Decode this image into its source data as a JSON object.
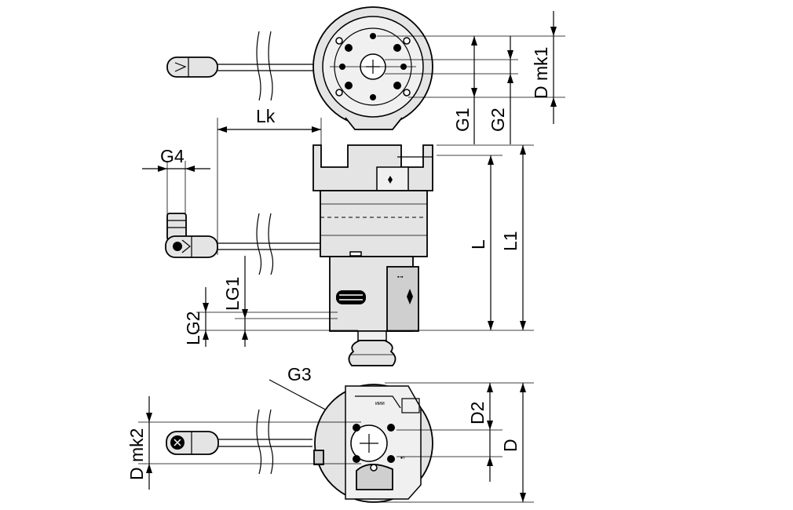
{
  "dimension_labels": {
    "top_d_mk1": "D mk1",
    "top_g1": "G1",
    "top_g2": "G2",
    "lk": "Lk",
    "g4": "G4",
    "l": "L",
    "l1": "L1",
    "lg1": "LG1",
    "lg2": "LG2",
    "g3": "G3",
    "d2": "D2",
    "d": "D",
    "d_mk2": "D mk2"
  }
}
